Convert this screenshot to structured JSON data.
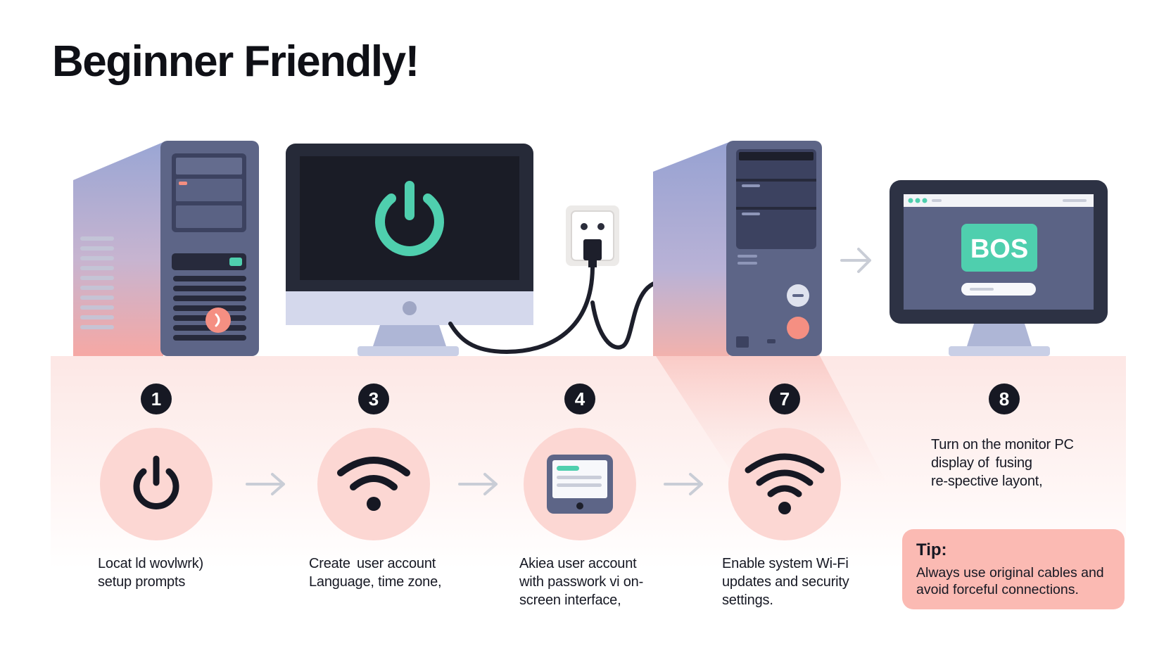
{
  "page": {
    "title": "Beginner Friendly!"
  },
  "screen_badge": "BOS",
  "steps": [
    {
      "number": "1",
      "icon": "power-icon",
      "lines": [
        "Locat ld wovlwrk)",
        "setup prompts"
      ]
    },
    {
      "number": "3",
      "icon": "wifi-icon",
      "lines": [
        "Create  user account",
        "Language, time zone,"
      ]
    },
    {
      "number": "4",
      "icon": "tablet-icon",
      "lines": [
        "Akiea user account",
        "with passwork vi on-",
        "screen interface,"
      ]
    },
    {
      "number": "7",
      "icon": "wifi-icon",
      "lines": [
        "Enable system  Wi-Fi",
        "updates and security",
        "settings."
      ]
    },
    {
      "number": "8",
      "icon": "",
      "lines": [
        "Turn on the monitor PC",
        "display of  fusing",
        "re-spective layont,"
      ]
    }
  ],
  "tip": {
    "title": "Tip:",
    "lines": [
      "Always use original cables and",
      "avoid forceful connections."
    ]
  },
  "colors": {
    "accent_teal": "#4fcfae",
    "circle_pink": "#fcd7d3",
    "tip_bg": "#fbbab3",
    "dark": "#161823",
    "tower_body": "#5d6587",
    "tower_side": "#a2add4"
  }
}
